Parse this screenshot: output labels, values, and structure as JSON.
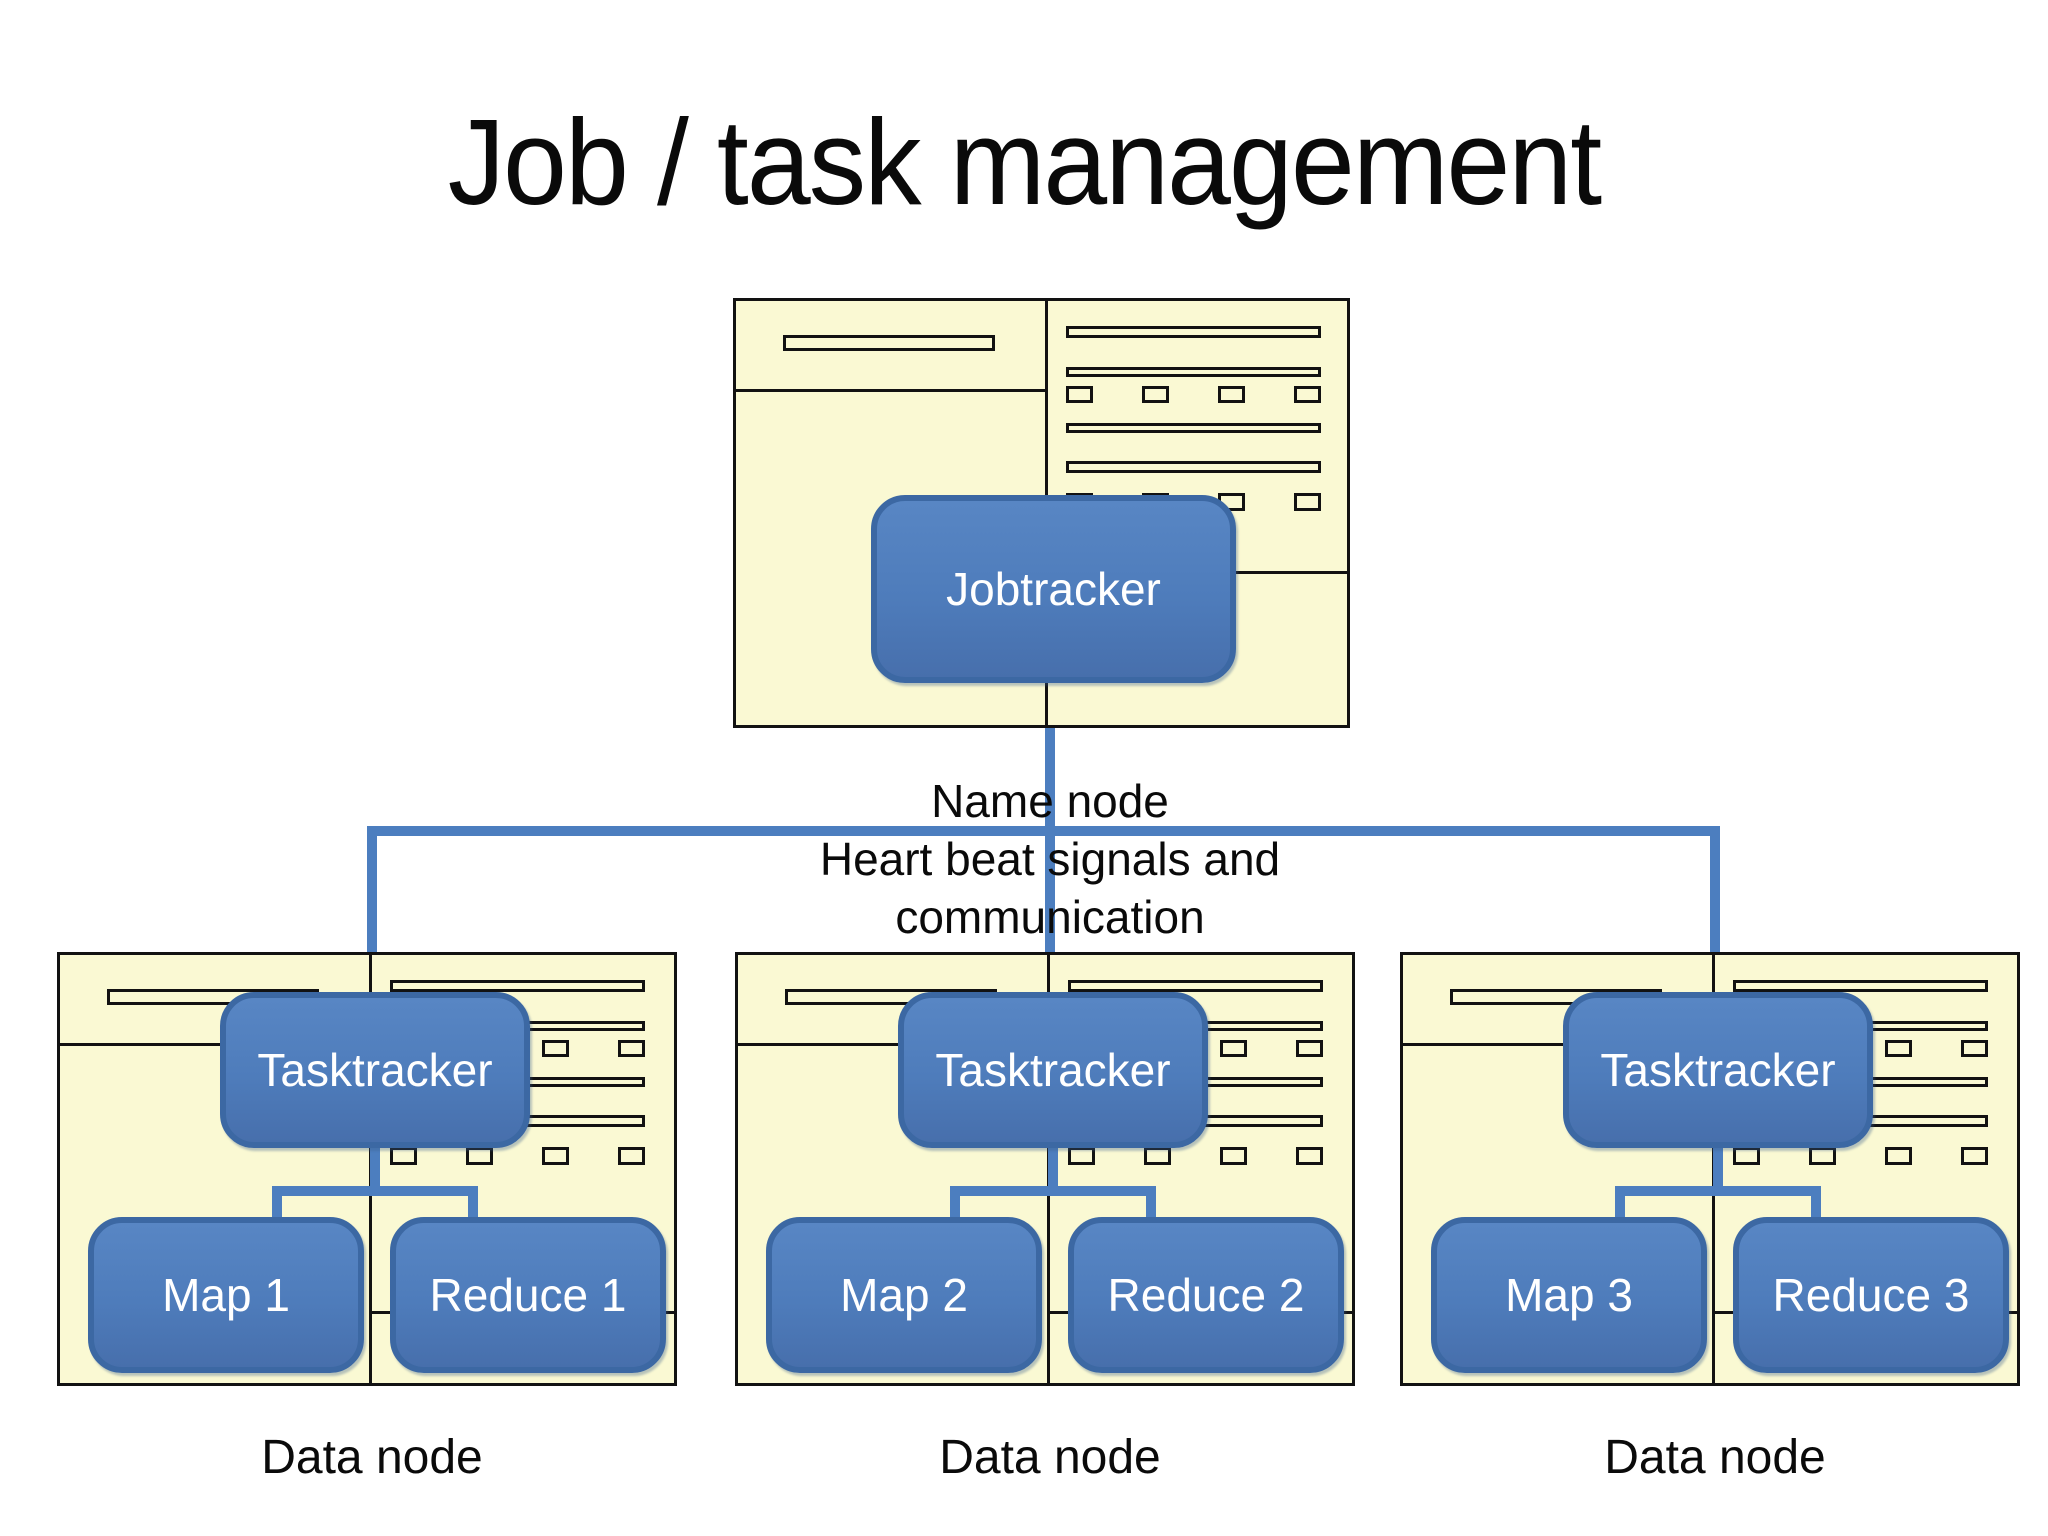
{
  "slide": {
    "title": "Job / task management"
  },
  "colors": {
    "panel_fill": "#FAF9D3",
    "panel_border": "#121212",
    "blue_fill": "#4E7CBB",
    "blue_fill_light": "#5886C4",
    "blue_border": "#3C68A3",
    "connector": "#4C7EBF",
    "text_on_blue": "#FFFFFF"
  },
  "name_node": {
    "tracker_label": "Jobtracker",
    "caption": {
      "line1": "Name node",
      "line2": "Heart beat signals and",
      "line3": "communication"
    }
  },
  "data_nodes": [
    {
      "tracker_label": "Tasktracker",
      "map_label": "Map 1",
      "reduce_label": "Reduce 1",
      "caption": "Data node"
    },
    {
      "tracker_label": "Tasktracker",
      "map_label": "Map 2",
      "reduce_label": "Reduce 2",
      "caption": "Data node"
    },
    {
      "tracker_label": "Tasktracker",
      "map_label": "Map 3",
      "reduce_label": "Reduce 3",
      "caption": "Data node"
    }
  ]
}
